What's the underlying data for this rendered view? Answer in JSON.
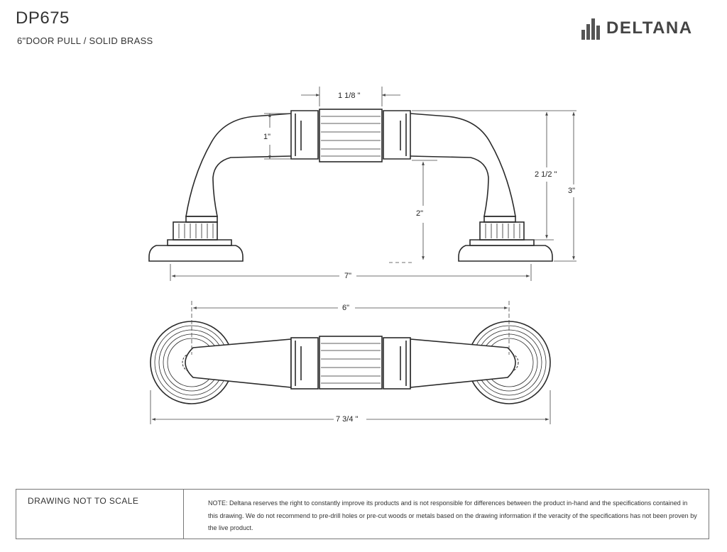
{
  "header": {
    "title": "DP675",
    "subtitle": "6\"DOOR PULL / SOLID BRASS",
    "brand": "DELTANA",
    "logo_icon": "deltana-logo-icon"
  },
  "dimensions": {
    "center_width": "1 1/8 \"",
    "grip_diameter": "1\"",
    "clearance": "2\"",
    "inner_height": "2 1/2 \"",
    "overall_height": "3\"",
    "overall_length_side": "7\"",
    "center_to_center": "6\"",
    "overall_length_top": "7 3/4 \""
  },
  "footer": {
    "scale_note": "DRAWING NOT TO SCALE",
    "note": "NOTE: Deltana reserves the right to constantly improve its products and is not responsible for differences between the product in-hand and the specifications contained in this drawing. We do not recommend to pre-drill holes or pre-cut woods or metals based on the drawing information if the veracity of the specifications has not been proven by the live product."
  },
  "colors": {
    "line": "#2a2a2a",
    "dimension_line": "#444444",
    "logo": "#555555"
  }
}
